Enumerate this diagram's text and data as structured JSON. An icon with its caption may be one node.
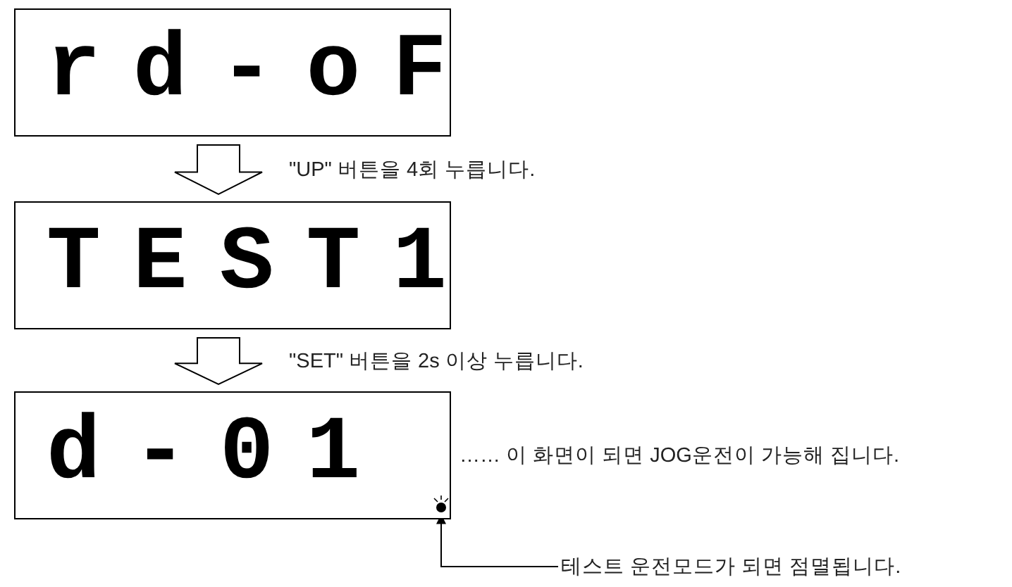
{
  "diagram": {
    "nodes": [
      {
        "text": [
          "rd-oF"
        ]
      },
      {
        "text": [
          "TEST1"
        ]
      },
      {
        "text": [
          "d-01"
        ],
        "beside": [
          "…… 이 화면이 되면 JOG운전이 가능해 집니다."
        ]
      },
      {
        "text": [],
        "shape": "circle",
        "in": 2
      },
      {
        "text": [
          "테스트 운전모드가 되면 점멸됩니다."
        ]
      }
    ],
    "edges": [
      {
        "from": 0,
        "to": 1,
        "arrow": "to",
        "label": "\"UP\" 버튼을 4회 누릅니다."
      },
      {
        "from": 1,
        "to": 2,
        "arrow": "to",
        "label": "\"SET\" 버튼을 2s 이상 누릅니다."
      },
      {
        "from": 4,
        "to": 3,
        "arrow": "to"
      }
    ]
  }
}
